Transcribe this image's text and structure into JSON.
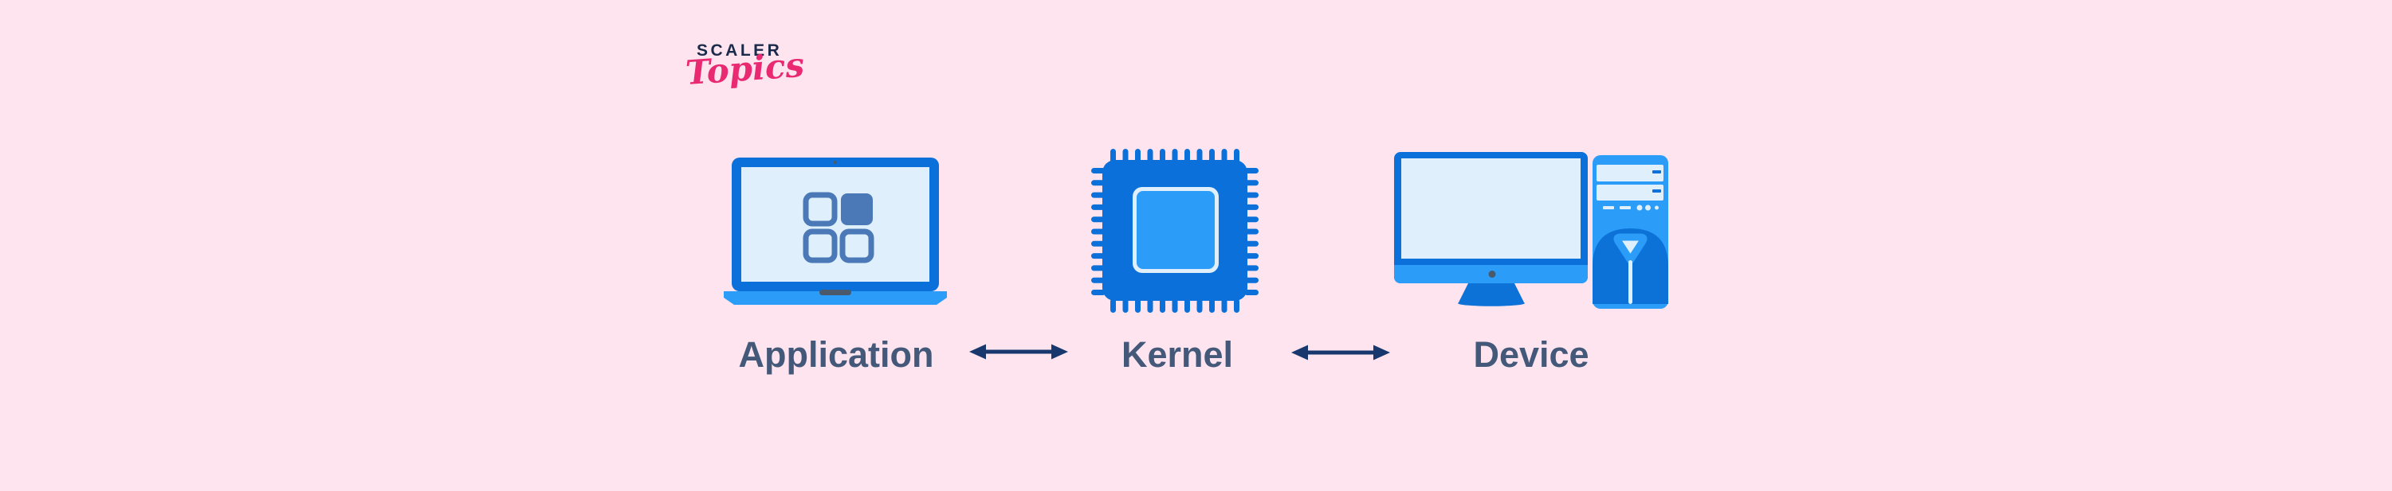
{
  "page": {
    "background": "#fde4ee",
    "kind": "diagram"
  },
  "logo": {
    "brand": "SCALER",
    "sub": "Topics"
  },
  "diagram": {
    "nodes": [
      {
        "id": "application",
        "label": "Application",
        "icon": "laptop-icon"
      },
      {
        "id": "kernel",
        "label": "Kernel",
        "icon": "cpu-chip-icon"
      },
      {
        "id": "device",
        "label": "Device",
        "icon": "desktop-computer-icon"
      }
    ],
    "connectors": [
      {
        "from": "application",
        "to": "kernel",
        "type": "double-headed-arrow"
      },
      {
        "from": "kernel",
        "to": "device",
        "type": "double-headed-arrow"
      }
    ]
  },
  "colors": {
    "background": "#fde4ee",
    "brand_navy": "#1a2a4a",
    "brand_pink": "#e92a72",
    "label_slate": "#44597a",
    "arrow_navy": "#17376d",
    "blue": "#0b70d9",
    "blue_dome": "#0d72d8",
    "blue_light": "#2b9cf8",
    "blue_pale": "#dfeffb",
    "steel_blue": "#4b79b7",
    "dark_slate": "#4b5a6b"
  }
}
